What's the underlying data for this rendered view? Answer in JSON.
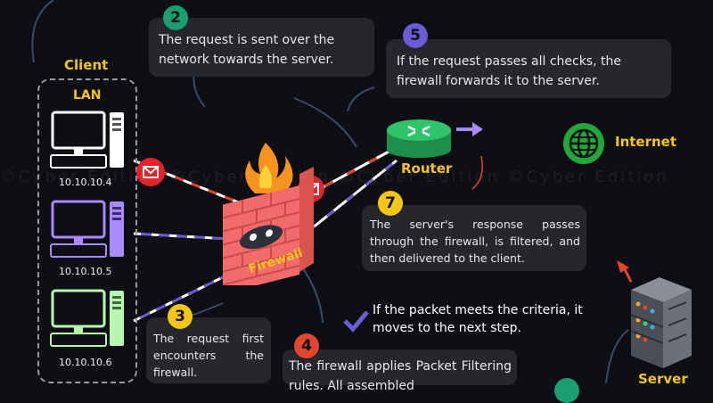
{
  "client": {
    "title": "Client",
    "lan_label": "LAN"
  },
  "hosts": [
    {
      "ip": "10.10.10.4",
      "color": "#ffffff"
    },
    {
      "ip": "10.10.10.5",
      "color": "#a98bff"
    },
    {
      "ip": "10.10.10.6",
      "color": "#b8f5b0"
    }
  ],
  "firewall": {
    "label": "Firewall"
  },
  "router": {
    "label": "Router"
  },
  "internet": {
    "label": "Internet"
  },
  "server": {
    "label": "Server"
  },
  "watermark": "©Cyber Edition   ©Cyber Edition   ©Cyber Edition   ©Cyber Edition",
  "steps": [
    {
      "number": "2",
      "text": "The request is sent over the network towards the server.",
      "badge_color": "#1a9e6f"
    },
    {
      "number": "3",
      "text": "The request first encounters the firewall.",
      "badge_color": "#f5c518"
    },
    {
      "number": "4",
      "text": "The firewall applies Packet Filtering rules. All assembled",
      "badge_color": "#e2442f"
    },
    {
      "number": "5",
      "text": "If the request passes all checks, the firewall forwards it to the server.",
      "badge_color": "#6b5bd6"
    },
    {
      "number": "7",
      "text": "The server's response passes through the firewall, is filtered, and then delivered to the client.",
      "badge_color": "#f5c518"
    }
  ],
  "check_note": "If the packet meets the criteria, it moves to the next step.",
  "colors": {
    "accent_green": "#1a9e6f",
    "accent_purple": "#6b5bd6",
    "accent_red": "#e2442f",
    "accent_yellow": "#f5c518"
  }
}
